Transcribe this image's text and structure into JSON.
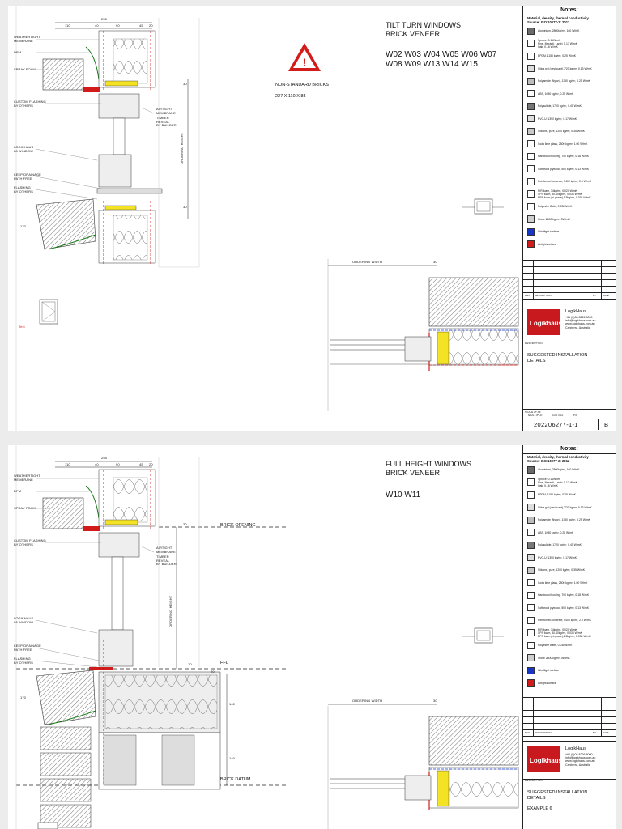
{
  "sheet1": {
    "title_lines": [
      "TILT TURN WINDOWS",
      "BRICK VENEER"
    ],
    "codes_lines": [
      "W02 W03 W04 W05 W06 W07",
      "W08 W09 W13 W14 W15"
    ],
    "warning_text": "NON-STANDARD BRICKS",
    "brick_size": "227 X 110 X 85",
    "callouts": {
      "weathertight": "WEATHERTIGHT\nMEMBRANE",
      "dpm": "DPM",
      "spray_foam": "SPRAY FOAM",
      "custom_flashing": "CUSTOM FLASHING\nBY OTHERS",
      "airtight": "AIRTIGHT\nMEMBRANE",
      "timber_reveal": "TIMBER\nREVEAL\nBY BUILDER",
      "logikhaus": "LOGIKHAUS\n88 WINDOW",
      "keep_drainage": "KEEP DRAINAGE\nPATH FREE",
      "flashing": "FLASHING\nBY OTHERS"
    },
    "dims": {
      "total": "255",
      "d1": "110",
      "d2": "40",
      "d3": "90",
      "d4": "45",
      "d5": "20",
      "ordering_height": "ORDERING HEIGHT",
      "v30a": "30",
      "v30b": "30",
      "v170": "170",
      "ordering_width": "ORDERING WIDTH",
      "ow30": "30"
    },
    "elevation_label": "Text",
    "tb_description": "SUGGESTED INSTALLATION\nDETAILS",
    "drawing_number": "202206277-1-1",
    "revision": "B",
    "tb_meta": {
      "scale_lbl": "SCALE AT A3",
      "scale": "MULTIPLE",
      "date": "01/07/22",
      "drawn": "HT"
    }
  },
  "sheet2": {
    "title_lines": [
      "FULL HEIGHT WINDOWS",
      "BRICK VENEER"
    ],
    "codes_lines": [
      "W10 W11"
    ],
    "levels": {
      "brick_opening": "BRICK OPENING",
      "ffl": "FFL",
      "brick_datum": "BRICK DATUM"
    },
    "callouts": {
      "weathertight": "WEATHERTIGHT\nMEMBRANE",
      "dpm": "DPM",
      "spray_foam": "SPRAY FOAM",
      "custom_flashing": "CUSTOM FLASHING\nBY OTHERS",
      "airtight": "AIRTIGHT\nMEMBRANE",
      "timber_reveal": "TIMBER\nREVEAL\nBY BUILDER",
      "logikhaus": "LOGIKHAUS\n88 WINDOW",
      "keep_drainage": "KEEP DRAINAGE\nPATH FREE",
      "flashing": "FLASHING\nBY OTHERS"
    },
    "dims": {
      "total": "255",
      "d1": "110",
      "d2": "40",
      "d3": "90",
      "d4": "45",
      "d5": "20",
      "ordering_height": "ORDERING HEIGHT",
      "v30": "30",
      "v10": "10",
      "v170": "170",
      "v140a": "140",
      "v140b": "140",
      "ordering_width": "ORDERING WIDTH",
      "ow30": "30",
      "v20": "20"
    },
    "tb_description": "SUGGESTED INSTALLATION\nDETAILS",
    "tb_example": "EXAMPLE 6"
  },
  "notes": {
    "header": "Notes:",
    "subheader": "Material, density, thermal conductivity\nSource: ISO 10077-2: 2012",
    "materials": [
      {
        "label": "Aluminium, 2800kg/m³, 160 W/mK",
        "fill": "#6a6a6a"
      },
      {
        "label": "Spruce, 0.11W/mK\nPine, Meranti, Larch: 0.13 W/mK\nOak, 0.16 W/mK",
        "fill": "#ffffff"
      },
      {
        "label": "EPDM, 1150 kg/m³, 0.25 W/mK",
        "fill": "#ffffff"
      },
      {
        "label": "Silica gel (desiccant), 720 kg/m³, 0.13 W/mK",
        "fill": "#dddddd"
      },
      {
        "label": "Polyamide (Nylon), 1150 kg/m³, 0.25 W/mK",
        "fill": "#bdbdbd"
      },
      {
        "label": "ABS, 1050 kg/m³, 0.20 W/mK",
        "fill": "#ffffff"
      },
      {
        "label": "Polysulfide, 1700 kg/m³, 0.40 W/mK",
        "fill": "#777777"
      },
      {
        "label": "PVC-U, 1390 kg/m³, 0.17 W/mK",
        "fill": "#dddddd"
      },
      {
        "label": "Silicone, pure, 1200 kg/m³, 0.35 W/mK",
        "fill": "#c8c8c8"
      },
      {
        "label": "Soda lime glass, 2500 kg/m³, 1.00 W/mK",
        "fill": "#ffffff"
      },
      {
        "label": "Hardwood flooring, 700 kg/m³, 0.18 W/mK",
        "fill": "#ffffff"
      },
      {
        "label": "Softwood plywood, 500 kg/m³, 0.13 W/mK",
        "fill": "#ffffff"
      },
      {
        "label": "Reinforced concrete, 2400 kg/m³, 2.5 W/mK",
        "fill": "#ffffff"
      },
      {
        "label": "PIR foam, 34kg/m³, 0.024 W/mK\nXPS foam, 30-40kg/m³, 0.033 W/mK\nEPS foam (hi-grade), 15kg/m³, 0.038 W/mK",
        "fill": "#ffffff"
      },
      {
        "label": "Polyester Batts, 0.038W/mK",
        "fill": "#ffffff"
      },
      {
        "label": "Stone 2600 kg/m³, 3W/mK",
        "fill": "#cfcfcf"
      },
      {
        "label": "Windtight surface",
        "fill": "#1536c9"
      },
      {
        "label": "Airtight surface",
        "fill": "#d21c1c"
      }
    ],
    "rev_headers": {
      "rev": "REV",
      "description": "DESCRIPTION",
      "by": "BY",
      "date": "DATE"
    },
    "company": "LogikHaus",
    "company_info": "+61 (0)08 8226 8000\ninfo@logikhaus.com.au\nwww.logikhaus.com.au\nCanberra, Australia",
    "logo_text": "Logikhaus",
    "logo_tag": "PASSIVHAUS WINDOWS",
    "desc_lbl": "DESCRIPTION"
  }
}
